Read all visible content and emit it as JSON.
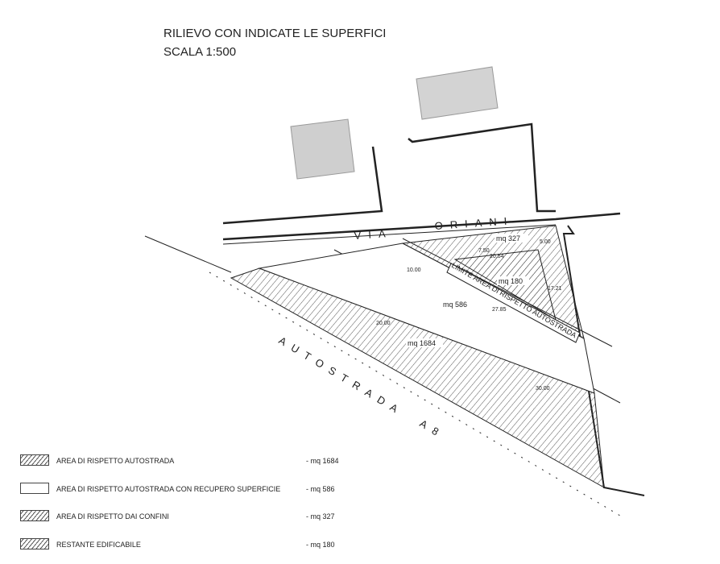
{
  "title": "RILIEVO CON INDICATE LE SUPERFICI",
  "scale": "SCALA 1:500",
  "map": {
    "street_1": "VIA",
    "street_2": "ORIANI",
    "highway": "AUTOSTRADA",
    "highway_code": "A8",
    "limit_label": "LIMITE AREA DI RISPETTO AUTOSTRADA",
    "areas": {
      "a327": "mq 327",
      "a180": "mq 180",
      "a586": "mq 586",
      "a1684": "mq 1684"
    },
    "dimensions": {
      "d1": "7.50",
      "d2": "20.54",
      "d3": "5.00",
      "d4": "10.00",
      "d5": "17.21",
      "d6": "27.85",
      "d7": "20.00",
      "d8": "30.00"
    }
  },
  "legend": [
    {
      "label": "AREA DI RISPETTO AUTOSTRADA",
      "value": "- mq 1684",
      "hatched": true
    },
    {
      "label": "AREA DI RISPETTO AUTOSTRADA CON RECUPERO SUPERFICIE",
      "value": "- mq 586",
      "hatched": false
    },
    {
      "label": "AREA DI RISPETTO DAI CONFINI",
      "value": "- mq 327",
      "hatched": true
    },
    {
      "label": "RESTANTE EDIFICABILE",
      "value": "- mq 180",
      "hatched": true
    }
  ]
}
